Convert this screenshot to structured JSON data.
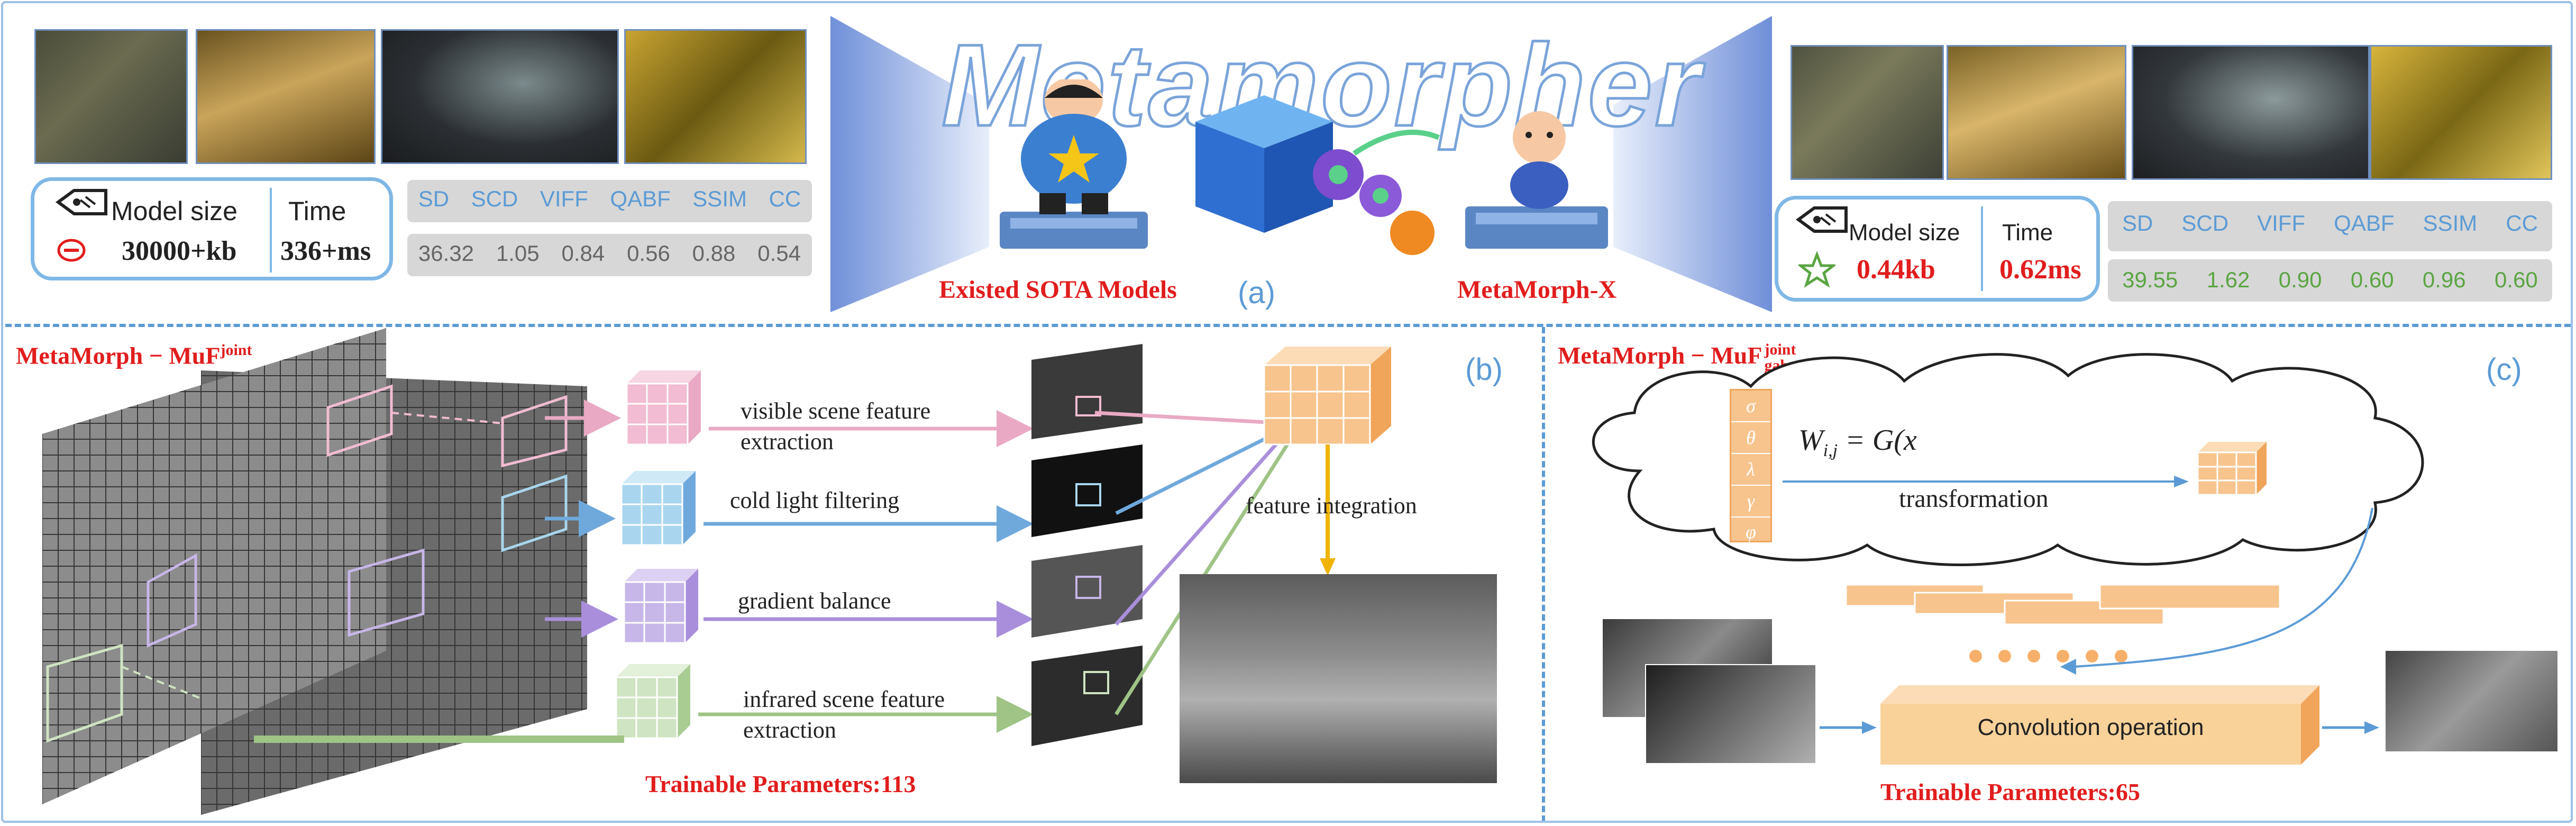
{
  "title": "Metamorpher",
  "colors": {
    "accent_blue": "#5b9bd5",
    "red": "#e11d1d",
    "green": "#5aa542",
    "pink": "#f2bcd2",
    "cyan": "#a9d6ee",
    "purple": "#c7b6e8",
    "lightgreen": "#cfe4c2",
    "orange": "#f7c48e"
  },
  "panel_a": {
    "label": "(a)",
    "left_caption": "Existed SOTA Models",
    "right_caption": "MetaMorph-X",
    "left_box": {
      "model_size_label": "Model size",
      "time_label": "Time",
      "model_size": "30000+kb",
      "time": "336+ms",
      "icon": "tag-icon",
      "status_icon": "minus-circle-icon"
    },
    "right_box": {
      "model_size_label": "Model size",
      "time_label": "Time",
      "model_size": "0.44kb",
      "time": "0.62ms",
      "icon": "tag-icon",
      "status_icon": "star-icon"
    },
    "metrics": [
      "SD",
      "SCD",
      "VIFF",
      "QABF",
      "SSIM",
      "CC"
    ],
    "left_values": [
      "36.32",
      "1.05",
      "0.84",
      "0.56",
      "0.88",
      "0.54"
    ],
    "right_values": [
      "39.55",
      "1.62",
      "0.90",
      "0.60",
      "0.96",
      "0.60"
    ]
  },
  "panel_b": {
    "label": "(b)",
    "title_main": "MetaMorph − MuF",
    "title_sup": "joint",
    "branches": [
      "visible scene feature",
      "extraction",
      "cold light filtering",
      "gradient balance",
      "infrared scene feature",
      "extraction"
    ],
    "integration": "feature integration",
    "params": "Trainable Parameters:113"
  },
  "panel_c": {
    "label": "(c)",
    "title_main": "MetaMorph − MuF",
    "title_sup": "joint",
    "title_sub": "gabor",
    "formula": "W",
    "formula_sub": "i,j",
    "formula_rest": " = G(x",
    "params_stack": [
      "σ",
      "θ",
      "λ",
      "γ",
      "φ"
    ],
    "transformation": "transformation",
    "conv_label": "Convolution operation",
    "params": "Trainable Parameters:65"
  }
}
